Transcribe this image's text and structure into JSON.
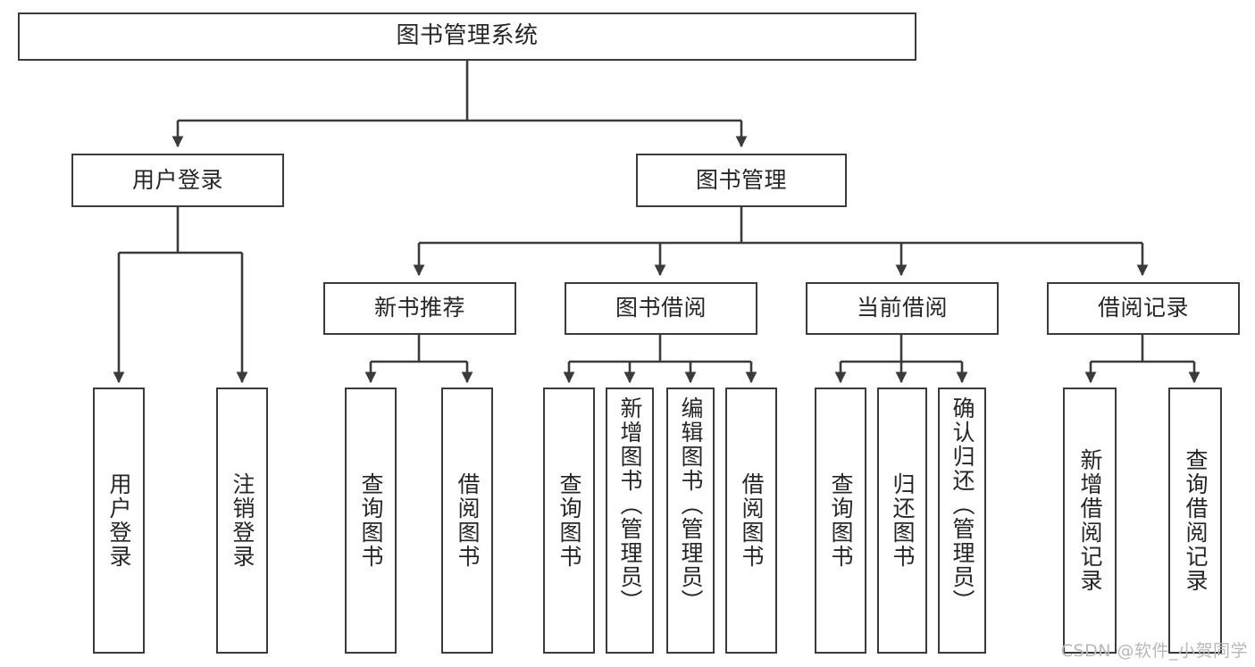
{
  "diagram": {
    "type": "tree",
    "title": "图书管理系统",
    "watermark": "CSDN @软件_小贺同学",
    "colors": {
      "stroke": "#3b3b3b",
      "fill": "#ffffff",
      "text": "#262626",
      "watermark": "#b8b8b8"
    },
    "nodes": {
      "root": {
        "label": "图书管理系统"
      },
      "level1": [
        {
          "id": "user-login",
          "label": "用户登录"
        },
        {
          "id": "book-manage",
          "label": "图书管理"
        }
      ],
      "level2": [
        {
          "id": "new-book-recommend",
          "label": "新书推荐"
        },
        {
          "id": "book-borrow",
          "label": "图书借阅"
        },
        {
          "id": "current-borrow",
          "label": "当前借阅"
        },
        {
          "id": "borrow-record",
          "label": "借阅记录"
        }
      ],
      "leaves": {
        "user-login": [
          {
            "id": "leaf-user-login",
            "label": "用户登录"
          },
          {
            "id": "leaf-logout",
            "label": "注销登录"
          }
        ],
        "new-book-recommend": [
          {
            "id": "leaf-query-book-1",
            "label": "查询图书"
          },
          {
            "id": "leaf-borrow-book-1",
            "label": "借阅图书"
          }
        ],
        "book-borrow": [
          {
            "id": "leaf-query-book-2",
            "label": "查询图书"
          },
          {
            "id": "leaf-add-book",
            "label": "新增图书（管理员）"
          },
          {
            "id": "leaf-edit-book",
            "label": "编辑图书（管理员）"
          },
          {
            "id": "leaf-borrow-book-2",
            "label": "借阅图书"
          }
        ],
        "current-borrow": [
          {
            "id": "leaf-query-book-3",
            "label": "查询图书"
          },
          {
            "id": "leaf-return-book",
            "label": "归还图书"
          },
          {
            "id": "leaf-confirm-return",
            "label": "确认归还（管理员）"
          }
        ],
        "borrow-record": [
          {
            "id": "leaf-add-record",
            "label": "新增借阅记录"
          },
          {
            "id": "leaf-query-record",
            "label": "查询借阅记录"
          }
        ]
      }
    }
  }
}
